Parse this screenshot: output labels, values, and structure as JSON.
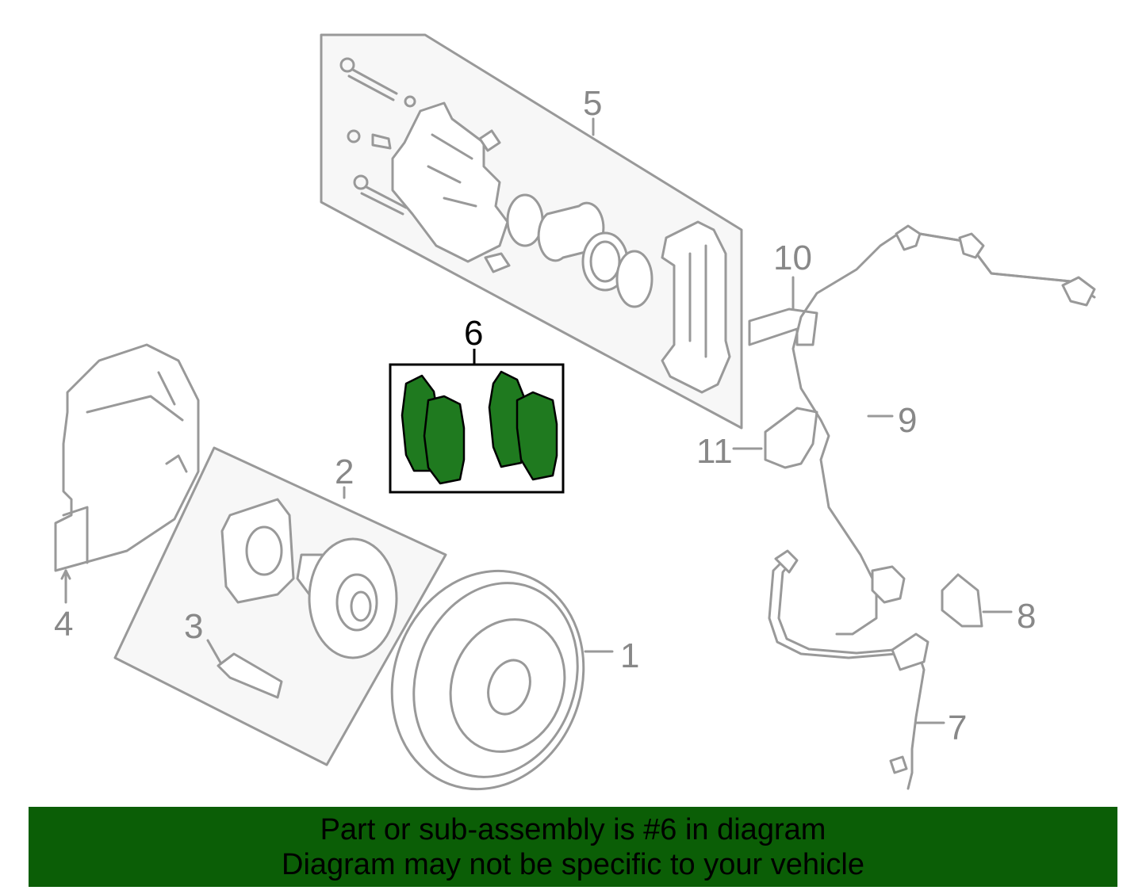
{
  "callouts": {
    "c1": "1",
    "c2": "2",
    "c3": "3",
    "c4": "4",
    "c5": "5",
    "c6": "6",
    "c7": "7",
    "c8": "8",
    "c9": "9",
    "c10": "10",
    "c11": "11"
  },
  "highlighted_part": "6",
  "colors": {
    "highlight_fill": "#1f7a1f",
    "banner_bg": "#0b5e06",
    "line_gray": "#999999"
  },
  "banner": {
    "line1": "Part or sub-assembly is #6 in diagram",
    "line2": "Diagram may not be specific to your vehicle"
  }
}
